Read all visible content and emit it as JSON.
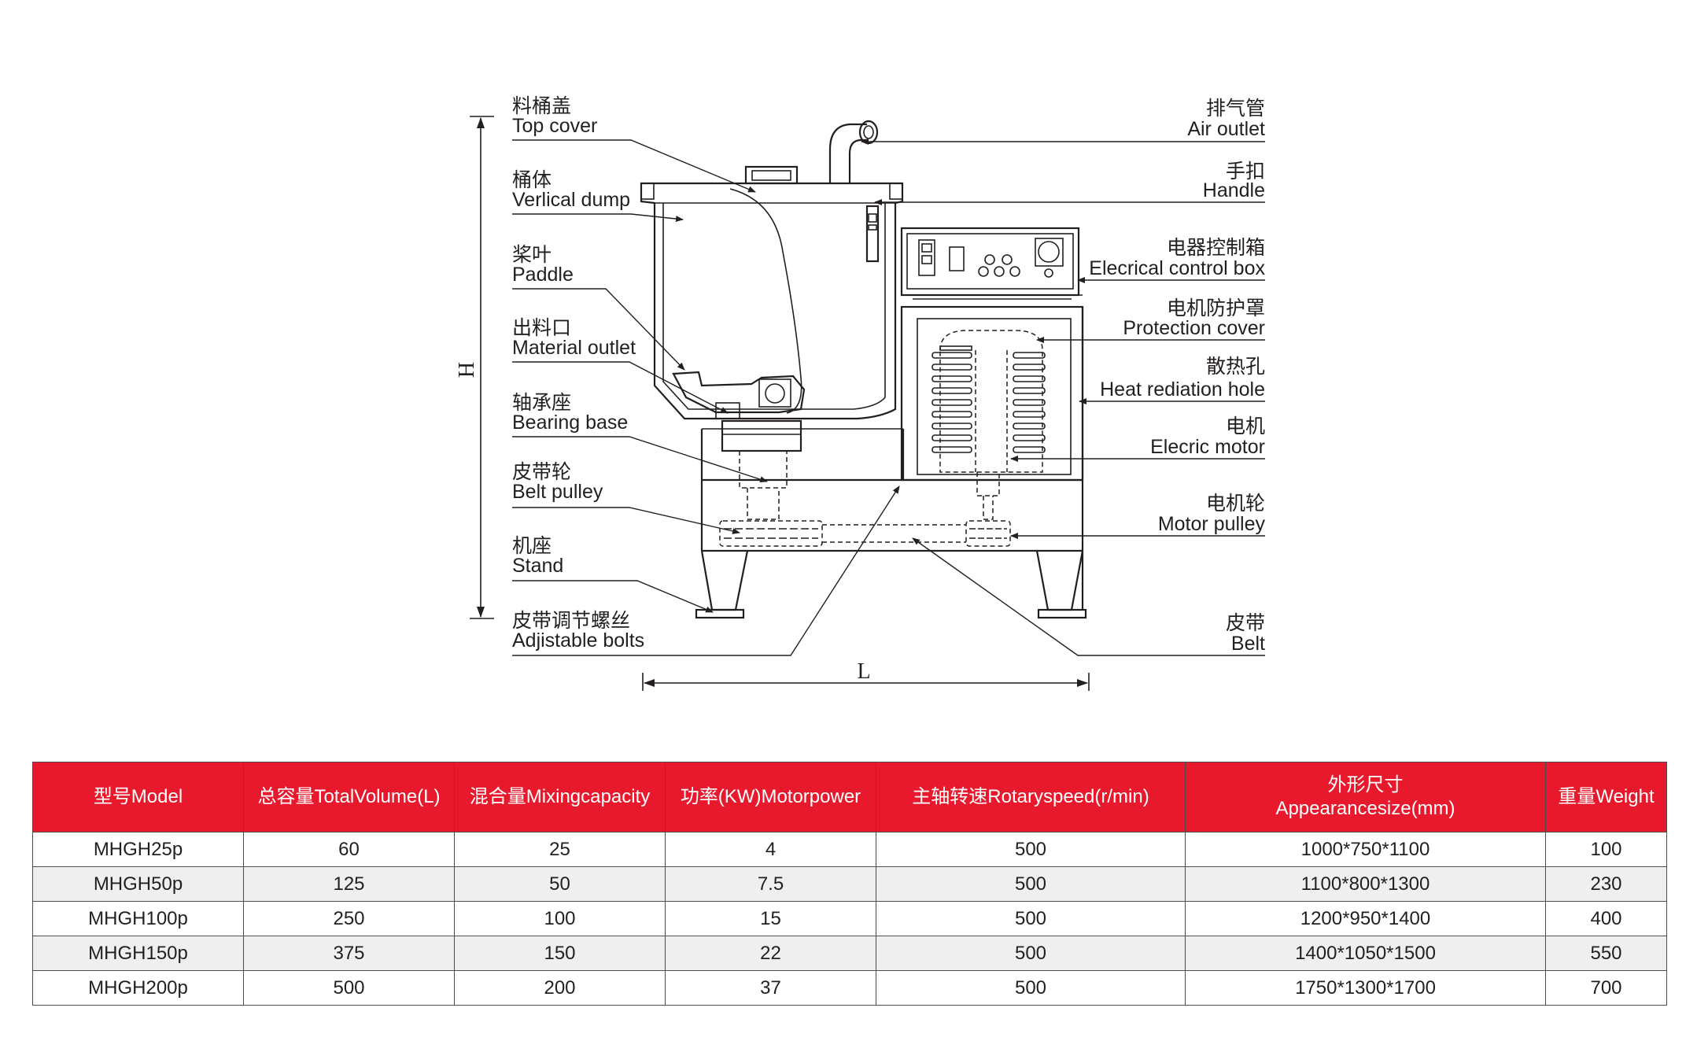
{
  "labels": [
    {
      "id": "top-cover",
      "cn": "料桶盖",
      "en": "Top cover"
    },
    {
      "id": "vertical-dump",
      "cn": "桶体",
      "en": "Verlical dump"
    },
    {
      "id": "paddle",
      "cn": "桨叶",
      "en": "Paddle"
    },
    {
      "id": "material-outlet",
      "cn": "出料口",
      "en": "Material outlet"
    },
    {
      "id": "bearing-base",
      "cn": "轴承座",
      "en": "Bearing base"
    },
    {
      "id": "belt-pulley",
      "cn": "皮带轮",
      "en": "Belt pulley"
    },
    {
      "id": "stand",
      "cn": "机座",
      "en": "Stand"
    },
    {
      "id": "adjustable-bolts",
      "cn": "皮带调节螺丝",
      "en": "Adjistable bolts"
    },
    {
      "id": "air-outlet",
      "cn": "排气管",
      "en": "Air outlet"
    },
    {
      "id": "handle",
      "cn": "手扣",
      "en": "Handle"
    },
    {
      "id": "control-box",
      "cn": "电器控制箱",
      "en": "Elecrical control box"
    },
    {
      "id": "protection-cover",
      "cn": "电机防护罩",
      "en": "Protection cover"
    },
    {
      "id": "heat-radiation-hole",
      "cn": "散热孔",
      "en": "Heat rediation hole"
    },
    {
      "id": "electric-motor",
      "cn": "电机",
      "en": "Elecric motor"
    },
    {
      "id": "motor-pulley",
      "cn": "电机轮",
      "en": "Motor pulley"
    },
    {
      "id": "belt",
      "cn": "皮带",
      "en": "Belt"
    }
  ],
  "dimensions": {
    "height": "H",
    "length": "L"
  },
  "table": {
    "headers": [
      {
        "label": "型号Model"
      },
      {
        "label": "总容量TotalVolume(L)"
      },
      {
        "label": "混合量Mixingcapacity"
      },
      {
        "label": "功率(KW)Motorpower"
      },
      {
        "label": "主轴转速Rotaryspeed(r/min)"
      },
      {
        "label": "外形尺寸",
        "sub": "Appearancesize(mm)"
      },
      {
        "label": "重量Weight"
      }
    ],
    "rows": [
      [
        "MHGH25p",
        "60",
        "25",
        "4",
        "500",
        "1000*750*1100",
        "100"
      ],
      [
        "MHGH50p",
        "125",
        "50",
        "7.5",
        "500",
        "1100*800*1300",
        "230"
      ],
      [
        "MHGH100p",
        "250",
        "100",
        "15",
        "500",
        "1200*950*1400",
        "400"
      ],
      [
        "MHGH150p",
        "375",
        "150",
        "22",
        "500",
        "1400*1050*1500",
        "550"
      ],
      [
        "MHGH200p",
        "500",
        "200",
        "37",
        "500",
        "1750*1300*1700",
        "700"
      ]
    ]
  },
  "colors": {
    "header_bg": "#e8192c",
    "alt_row_bg": "#efefef",
    "line": "#231f20"
  }
}
